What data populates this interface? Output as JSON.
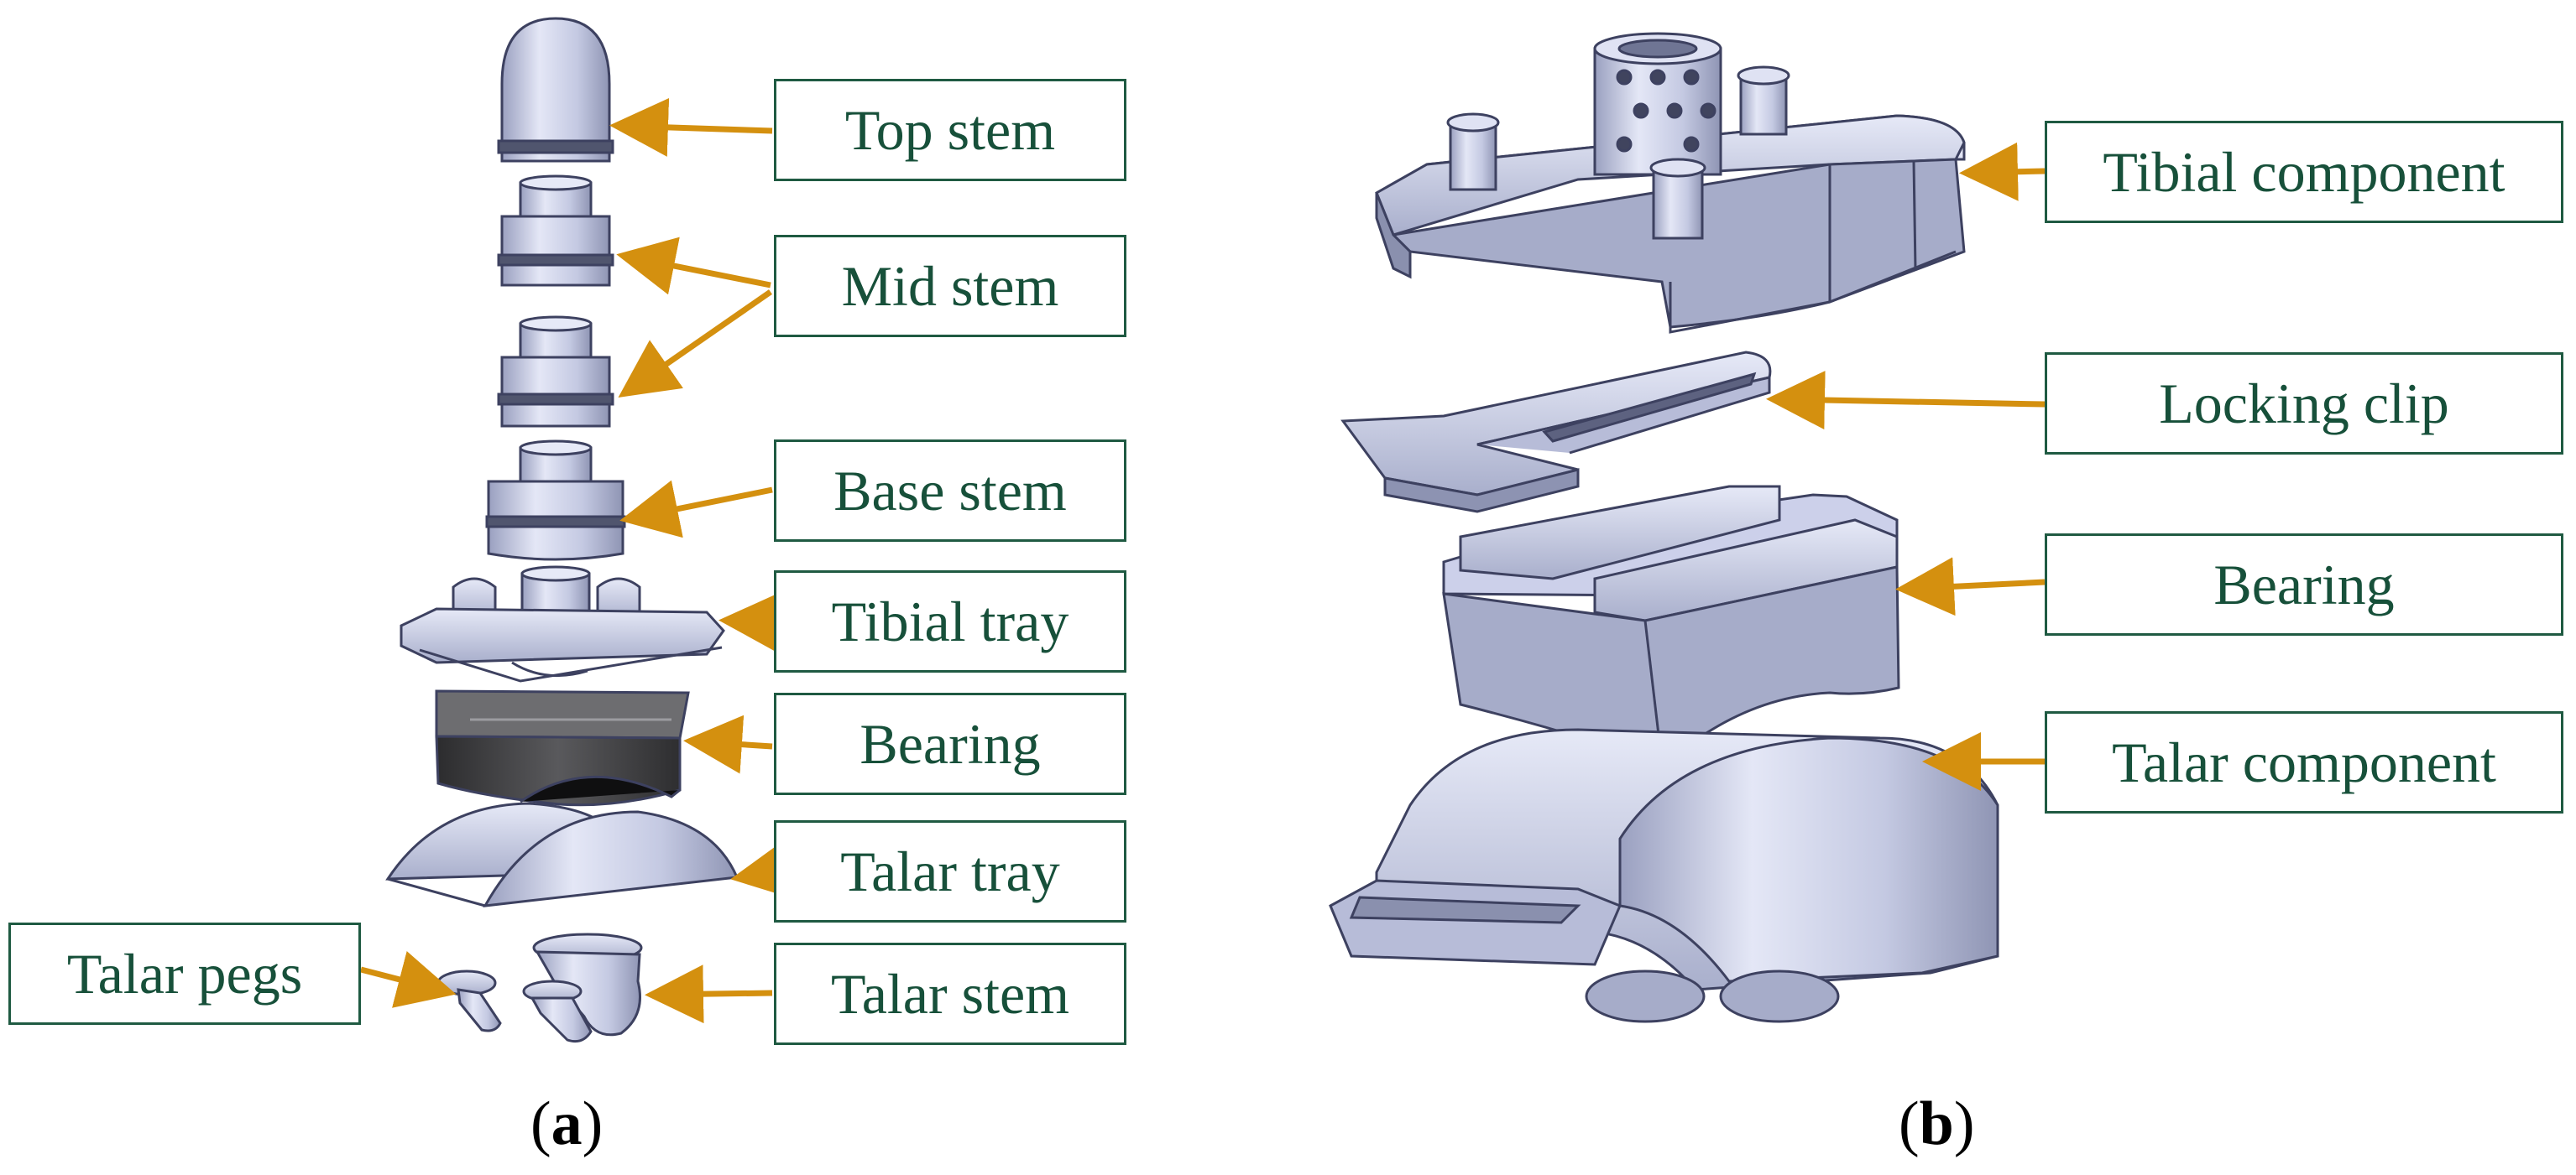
{
  "colors": {
    "arrow": "#D4900F",
    "label_text": "#17503A",
    "label_border": "#1F5A42",
    "part_light": "#D8DCF0",
    "part_mid": "#B3B9D6",
    "part_dark": "#8A90AE",
    "bearing_dark": "#3C3C3E"
  },
  "panel_a": {
    "caption_open": "(",
    "caption_letter": "a",
    "caption_close": ")",
    "labels": {
      "top_stem": "Top stem",
      "mid_stem": "Mid stem",
      "base_stem": "Base stem",
      "tibial_tray": "Tibial tray",
      "bearing": "Bearing",
      "talar_tray": "Talar tray",
      "talar_pegs": "Talar pegs",
      "talar_stem": "Talar stem"
    }
  },
  "panel_b": {
    "caption_open": "(",
    "caption_letter": "b",
    "caption_close": ")",
    "labels": {
      "tibial_component": "Tibial component",
      "locking_clip": "Locking clip",
      "bearing": "Bearing",
      "talar_component": "Talar component"
    }
  }
}
